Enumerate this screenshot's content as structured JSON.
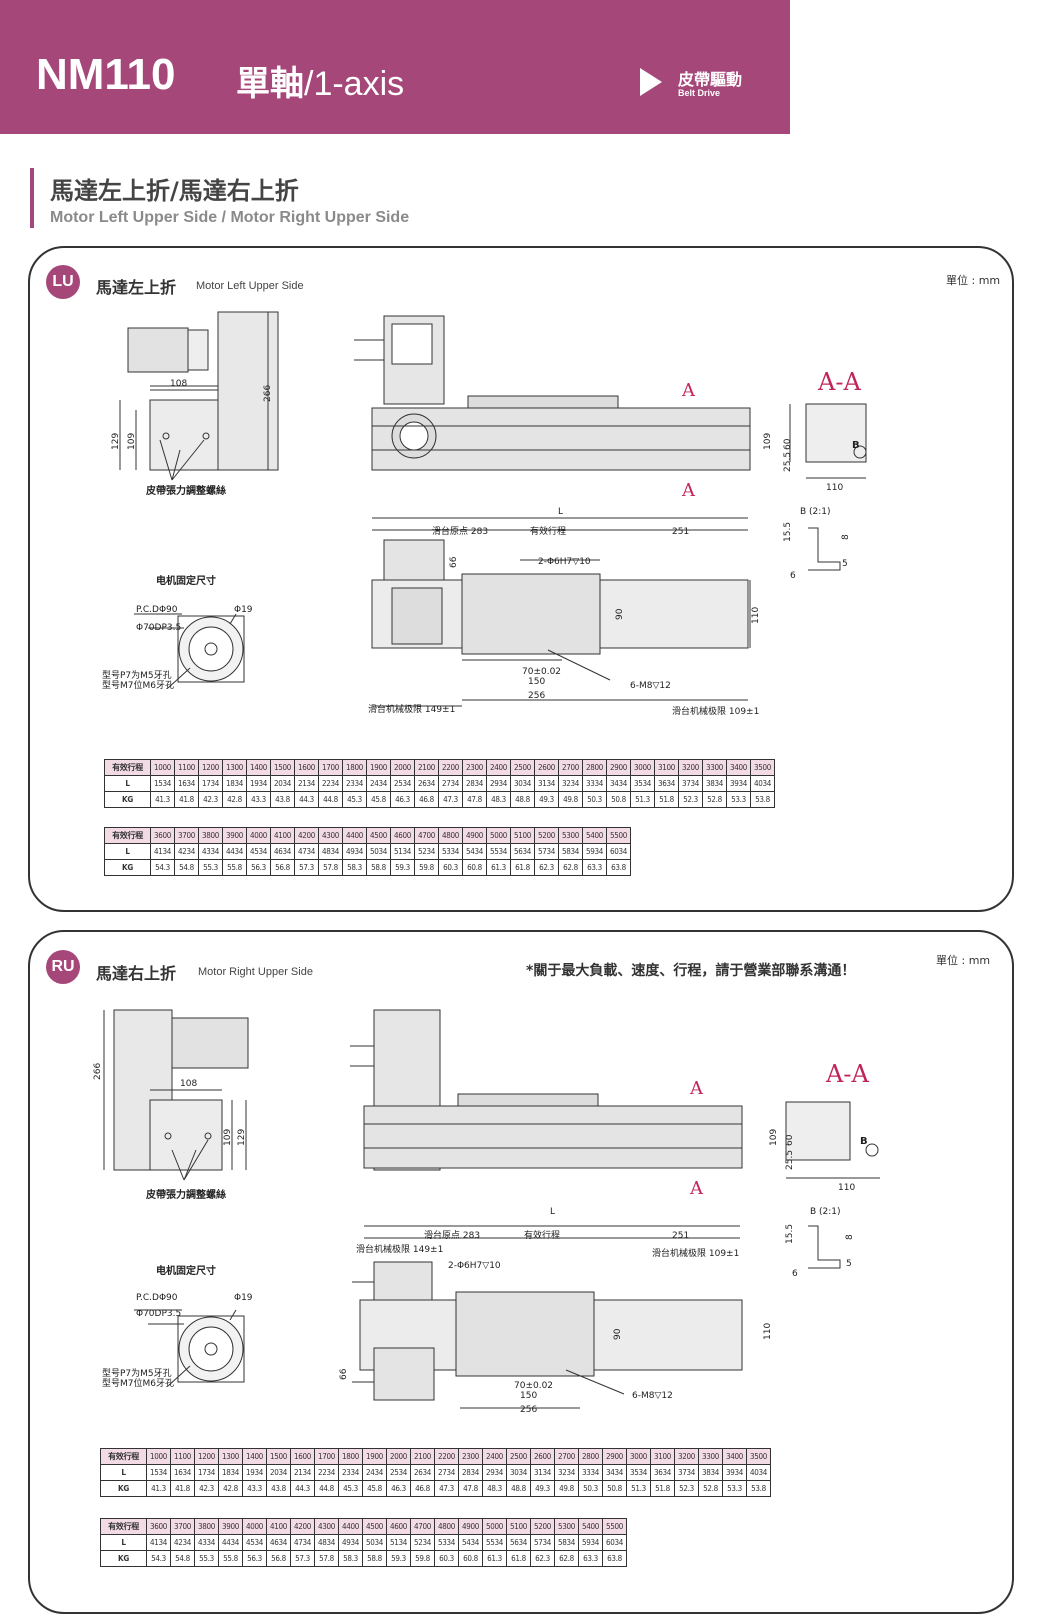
{
  "header": {
    "model": "NM110",
    "axis_zh": "單軸",
    "axis_en": "/1-axis",
    "drive_zh": "皮帶驅動",
    "drive_en": "Belt Drive",
    "color": "#a6477a"
  },
  "section": {
    "title_zh": "馬達左上折/馬達右上折",
    "title_en": "Motor Left Upper Side / Motor Right Upper Side"
  },
  "panel_lu": {
    "badge": "LU",
    "title_zh": "馬達左上折",
    "title_en": "Motor Left Upper Side",
    "unit": "單位 : mm"
  },
  "panel_ru": {
    "badge": "RU",
    "title_zh": "馬達右上折",
    "title_en": "Motor Right Upper Side",
    "unit": "單位 : mm",
    "notice": "*關于最大負載、速度、行程，請于營業部聯系溝通！"
  },
  "drawing_labels": {
    "dim_108": "108",
    "dim_266": "266",
    "dim_129": "129",
    "dim_109": "109",
    "belt_adjust": "皮帶張力調整螺絲",
    "motor_mount": "电机固定尺寸",
    "pcd": "P.C.DΦ90",
    "phi19": "Φ19",
    "phi70": "Φ70DP3.5",
    "model_note1": "型号P7为M5牙孔",
    "model_note2": "型号M7位M6牙孔",
    "section_a": "A",
    "section_aa": "A-A",
    "dim_60": "60",
    "dim_25_5": "25.5",
    "dim_110": "110",
    "label_b": "B",
    "detail_b": "B (2:1)",
    "dim_15_5": "15.5",
    "dim_8": "8",
    "dim_5": "5",
    "dim_6": "6",
    "dim_l": "L",
    "origin": "滑台原点 283",
    "stroke": "有效行程",
    "dim_251": "251",
    "pin_hole": "2-Φ6H7▽10",
    "dim_66": "66",
    "dim_90": "90",
    "tol_70": "70±0.02",
    "dim_150": "150",
    "dim_256": "256",
    "tap_hole": "6-M8▽12",
    "limit_149": "滑台机械极限 149±1",
    "limit_109": "滑台机械极限 109±1"
  },
  "table": {
    "row_labels": [
      "有效行程",
      "L",
      "KG"
    ],
    "part1": {
      "stroke": [
        "1000",
        "1100",
        "1200",
        "1300",
        "1400",
        "1500",
        "1600",
        "1700",
        "1800",
        "1900",
        "2000",
        "2100",
        "2200",
        "2300",
        "2400",
        "2500",
        "2600",
        "2700",
        "2800",
        "2900",
        "3000",
        "3100",
        "3200",
        "3300",
        "3400",
        "3500"
      ],
      "L": [
        "1534",
        "1634",
        "1734",
        "1834",
        "1934",
        "2034",
        "2134",
        "2234",
        "2334",
        "2434",
        "2534",
        "2634",
        "2734",
        "2834",
        "2934",
        "3034",
        "3134",
        "3234",
        "3334",
        "3434",
        "3534",
        "3634",
        "3734",
        "3834",
        "3934",
        "4034"
      ],
      "KG": [
        "41.3",
        "41.8",
        "42.3",
        "42.8",
        "43.3",
        "43.8",
        "44.3",
        "44.8",
        "45.3",
        "45.8",
        "46.3",
        "46.8",
        "47.3",
        "47.8",
        "48.3",
        "48.8",
        "49.3",
        "49.8",
        "50.3",
        "50.8",
        "51.3",
        "51.8",
        "52.3",
        "52.8",
        "53.3",
        "53.8"
      ]
    },
    "part2": {
      "stroke": [
        "3600",
        "3700",
        "3800",
        "3900",
        "4000",
        "4100",
        "4200",
        "4300",
        "4400",
        "4500",
        "4600",
        "4700",
        "4800",
        "4900",
        "5000",
        "5100",
        "5200",
        "5300",
        "5400",
        "5500"
      ],
      "L": [
        "4134",
        "4234",
        "4334",
        "4434",
        "4534",
        "4634",
        "4734",
        "4834",
        "4934",
        "5034",
        "5134",
        "5234",
        "5334",
        "5434",
        "5534",
        "5634",
        "5734",
        "5834",
        "5934",
        "6034"
      ],
      "KG": [
        "54.3",
        "54.8",
        "55.3",
        "55.8",
        "56.3",
        "56.8",
        "57.3",
        "57.8",
        "58.3",
        "58.8",
        "59.3",
        "59.8",
        "60.3",
        "60.8",
        "61.3",
        "61.8",
        "62.3",
        "62.8",
        "63.3",
        "63.8"
      ]
    }
  }
}
